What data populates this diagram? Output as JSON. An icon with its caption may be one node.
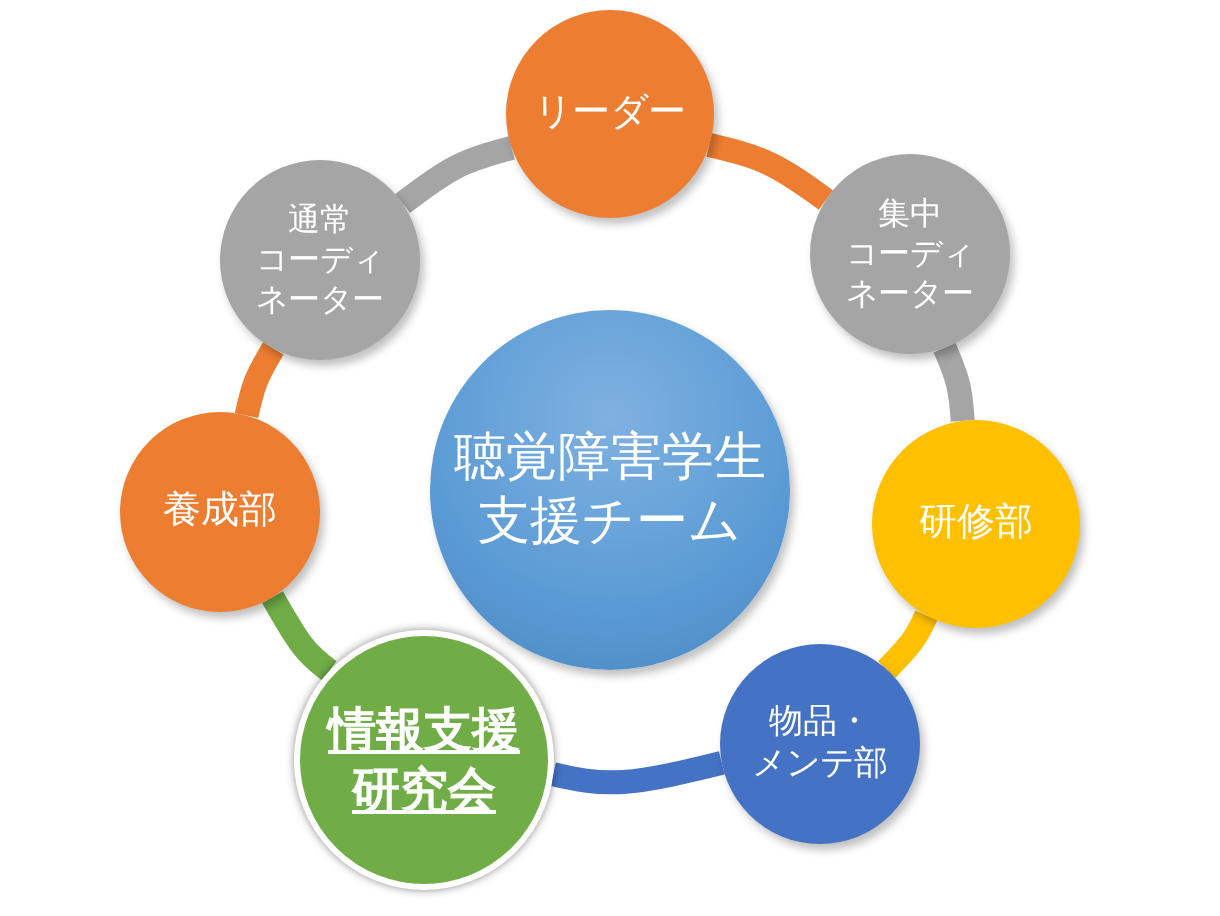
{
  "diagram": {
    "nodes": [
      {
        "text": [
          "リーダー"
        ]
      },
      {
        "text": [
          "通常コーディネーター"
        ]
      },
      {
        "text": [
          "集中コーディネーター"
        ]
      },
      {
        "text": [
          "聴覚障害学生支援チーム"
        ]
      },
      {
        "text": [
          "養成部"
        ]
      },
      {
        "text": [
          "研修部"
        ]
      },
      {
        "text": [
          "情報支援研究会"
        ]
      },
      {
        "text": [
          "物品・メンテ部"
        ]
      }
    ],
    "edges": [
      {
        "from": 0,
        "to": 2,
        "arrow": "none",
        "color": "#ed7d31"
      },
      {
        "from": 2,
        "to": 5,
        "arrow": "none",
        "color": "#a5a5a5"
      },
      {
        "from": 5,
        "to": 7,
        "arrow": "none",
        "color": "#ffc000"
      },
      {
        "from": 7,
        "to": 6,
        "arrow": "none",
        "color": "#4472c4"
      },
      {
        "from": 6,
        "to": 4,
        "arrow": "none",
        "color": "#70ad47"
      },
      {
        "from": 4,
        "to": 1,
        "arrow": "none",
        "color": "#ed7d31"
      },
      {
        "from": 1,
        "to": 0,
        "arrow": "none",
        "color": "#a5a5a5"
      }
    ]
  }
}
